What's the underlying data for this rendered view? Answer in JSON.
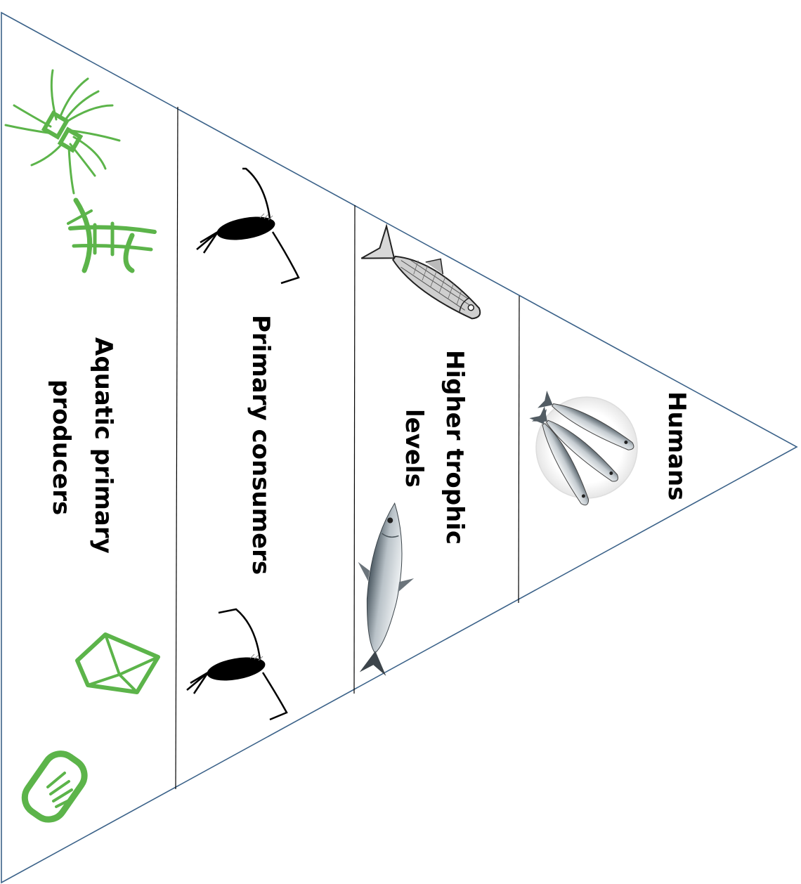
{
  "pyramid": {
    "outline_color": "#3b6289",
    "divider_color": "#000000",
    "accent_green": "#5cb44a",
    "levels": [
      {
        "id": "producers",
        "line1": "Aquatic primary",
        "line2": "producers",
        "icons": [
          "phytoplankton-spiny-icon",
          "diatom-icon",
          "phytoplankton-star-icon",
          "diatom-capsule-icon"
        ]
      },
      {
        "id": "primary-consumers",
        "line1": "Primary consumers",
        "icons": [
          "copepod-icon",
          "copepod-icon"
        ]
      },
      {
        "id": "higher-trophic",
        "line1": "Higher trophic",
        "line2": "levels",
        "icons": [
          "herring-sketch-icon",
          "fish-photo-icon"
        ]
      },
      {
        "id": "humans",
        "line1": "Humans",
        "icons": [
          "fish-on-plate-icon"
        ]
      }
    ]
  }
}
